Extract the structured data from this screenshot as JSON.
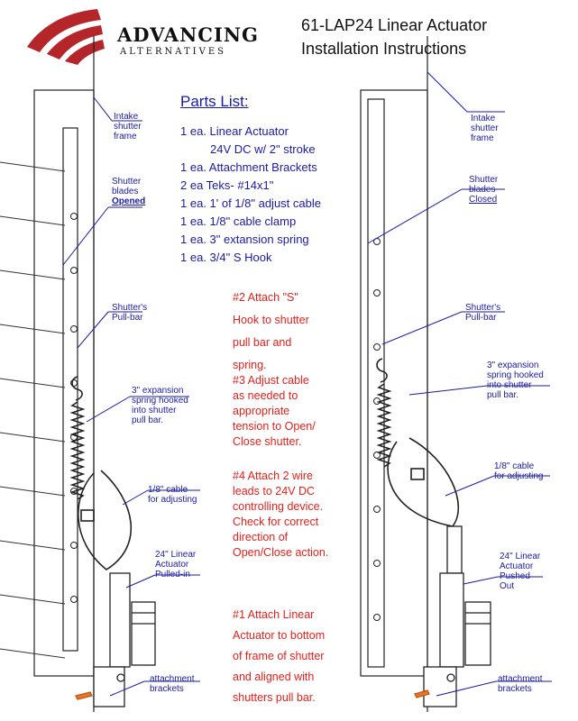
{
  "header": {
    "brand_main": "ADVANCING",
    "brand_sub": "ALTERNATIVES",
    "title_line1": "61-LAP24   Linear Actuator",
    "title_line2": "Installation Instructions"
  },
  "parts": {
    "heading": "Parts  List:",
    "items": [
      "1 ea.  Linear Actuator",
      "24V  DC  w/ 2\"  stroke",
      "1 ea.  Attachment Brackets",
      "2 ea Teks-  #14x1\"",
      "1 ea.  1' of 1/8\" adjust cable",
      "1 ea.  1/8\" cable clamp",
      "1 ea.  3\"  extansion  spring",
      "1 ea.  3/4\" S  Hook"
    ]
  },
  "steps": {
    "s2": [
      "#2  Attach \"S\"",
      "Hook to shutter",
      "pull bar and",
      "spring."
    ],
    "s3": [
      "#3  Adjust cable",
      "as needed to",
      "appropriate",
      "tension to Open/",
      "Close  shutter."
    ],
    "s4": [
      "#4  Attach  2 wire",
      "leads  to 24V DC",
      "controlling device.",
      "Check  for correct",
      "direction of",
      "Open/Close  action."
    ],
    "s1": [
      "#1   Attach Linear",
      "Actuator to bottom",
      "of frame  of shutter",
      "and aligned with",
      "shutters pull bar."
    ]
  },
  "left_labels": {
    "intake": [
      "Intake",
      "shutter",
      "frame"
    ],
    "blades": [
      "Shutter",
      "blades",
      "Opened"
    ],
    "pullbar": [
      "Shutter's",
      "Pull-bar"
    ],
    "spring": [
      "3\"  expansion",
      "spring hooked",
      "into shutter",
      "pull bar."
    ],
    "cable": [
      "1/8\"  cable",
      "for adjusting"
    ],
    "actuator": [
      "24\"  Linear",
      "Actuator",
      "Pulled-in"
    ],
    "brackets": [
      "attachment",
      "brackets"
    ]
  },
  "right_labels": {
    "intake": [
      "Intake",
      "shutter",
      "frame"
    ],
    "blades": [
      "Shutter",
      "blades",
      "Closed"
    ],
    "pullbar": [
      "Shutter's",
      "Pull-bar"
    ],
    "spring": [
      "3\"  expansion",
      "spring hooked",
      "into shutter",
      "pull bar."
    ],
    "cable": [
      "1/8\" cable",
      "for adjusting"
    ],
    "actuator": [
      "24\"  Linear",
      "Actuator",
      "Pushed",
      "Out"
    ],
    "brackets": [
      "attachment",
      "brackets"
    ]
  },
  "colors": {
    "label_blue": "#1a1aa6",
    "step_red": "#e8201c",
    "logo_red": "#b5262b"
  }
}
